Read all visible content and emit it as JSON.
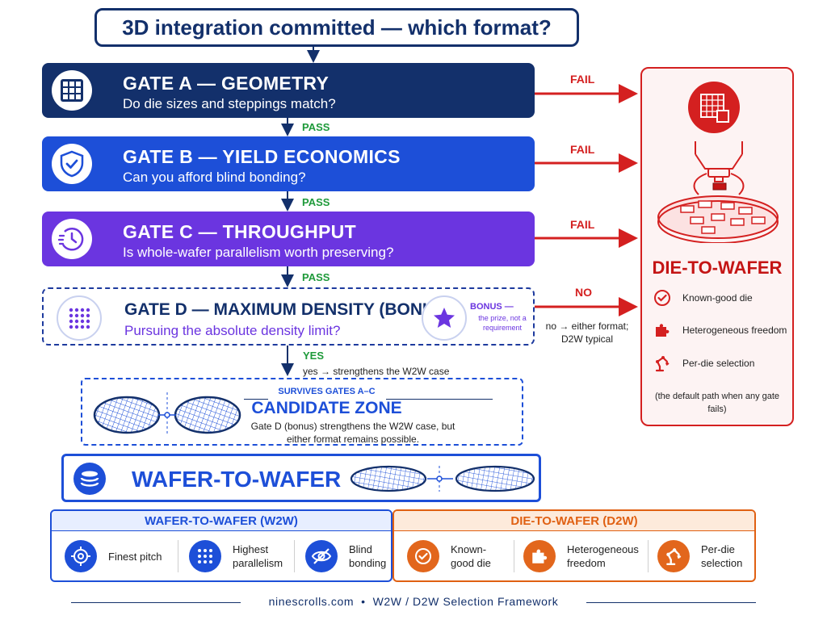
{
  "question": "3D integration committed — which format?",
  "gates": [
    {
      "title": "GATE A — GEOMETRY",
      "subtitle": "Do die sizes and steppings match?",
      "icon": "grid-icon",
      "color": "#13306b"
    },
    {
      "title": "GATE B — YIELD ECONOMICS",
      "subtitle": "Can you afford blind bonding?",
      "icon": "shield-check-icon",
      "color": "#1d4fd8"
    },
    {
      "title": "GATE C — THROUGHPUT",
      "subtitle": "Is whole-wafer parallelism worth preserving?",
      "icon": "clock-icon",
      "color": "#6b35e0"
    }
  ],
  "gate_d": {
    "title": "GATE D — MAXIMUM DENSITY (BONUS)",
    "subtitle": "Pursuing the absolute density limit?",
    "bonus_title": "BONUS —",
    "bonus_note": "the prize, not a requirement",
    "icon": "dot-grid-icon",
    "star_icon": "star-icon"
  },
  "flow": {
    "pass_label": "PASS",
    "fail_label": "FAIL",
    "no_label": "NO",
    "no_note": "no → either format; D2W typical",
    "yes_label": "YES",
    "yes_note": "yes → strengthens the W2W case"
  },
  "candidate_zone": {
    "kicker": "SURVIVES GATES A–C",
    "title": "CANDIDATE ZONE",
    "text": "Gate D (bonus) strengthens the W2W case, but either format remains possible."
  },
  "w2w_result": {
    "title": "WAFER-TO-WAFER",
    "icon": "wafer-stack-icon"
  },
  "d2w_panel": {
    "title": "DIE-TO-WAFER",
    "items": [
      {
        "label": "Known-good die",
        "icon": "check-circle-icon"
      },
      {
        "label": "Heterogeneous freedom",
        "icon": "puzzle-icon"
      },
      {
        "label": "Per-die selection",
        "icon": "robot-arm-icon"
      }
    ],
    "note": "(the default path when any gate fails)"
  },
  "comparison": {
    "w2w": {
      "header": "WAFER-TO-WAFER (W2W)",
      "items": [
        {
          "label": "Finest pitch",
          "icon": "crosshair-icon"
        },
        {
          "label": "Highest parallelism",
          "icon": "dot-grid-icon"
        },
        {
          "label": "Blind bonding",
          "icon": "eye-off-icon"
        }
      ]
    },
    "d2w": {
      "header": "DIE-TO-WAFER (D2W)",
      "items": [
        {
          "label": "Known-good die",
          "icon": "check-circle-icon"
        },
        {
          "label": "Heterogeneous freedom",
          "icon": "puzzle-icon"
        },
        {
          "label": "Per-die selection",
          "icon": "robot-arm-icon"
        }
      ]
    }
  },
  "footer": "ninescrolls.com  •  W2W / D2W Selection Framework",
  "colors": {
    "navy": "#13306b",
    "blue": "#1d4fd8",
    "purple": "#6b35e0",
    "red": "#d42020",
    "green": "#1e9a3a",
    "orange": "#e06012"
  }
}
